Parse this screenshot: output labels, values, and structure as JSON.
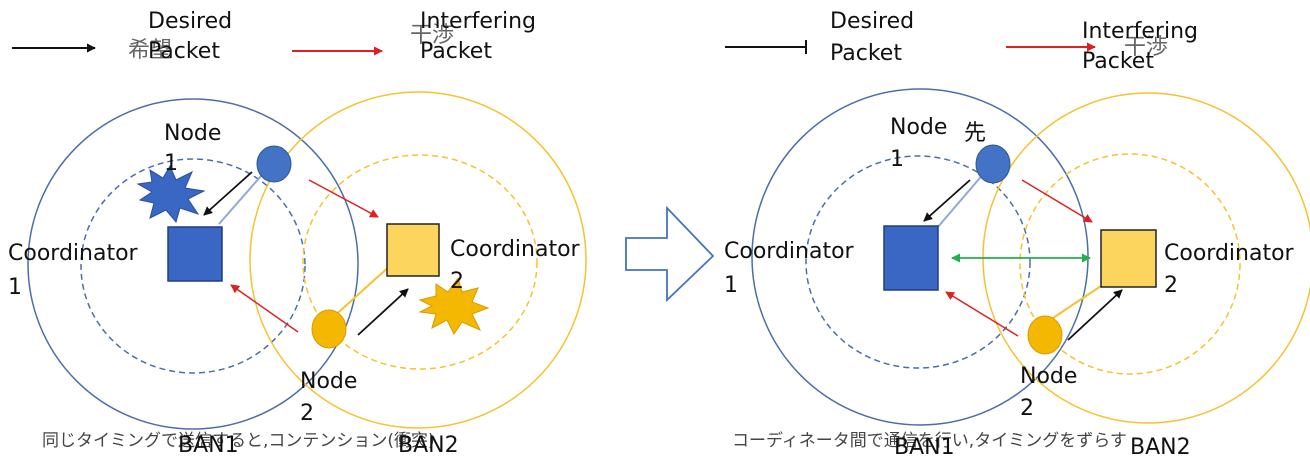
{
  "colors": {
    "ban1": "#4a6ea8",
    "ban2": "#f5c230",
    "coordinator1_fill": "#3a67c4",
    "coordinator2_fill": "#fcd55e",
    "node1_fill": "#4472c4",
    "node2_fill": "#f5b800",
    "burst_blue": "#3a67c4",
    "burst_yellow": "#f5b800",
    "desired_arrow": "#111111",
    "interfering_arrow": "#e02020",
    "coordination_arrow": "#22b04a",
    "transition_arrow": "#4472c4"
  },
  "legend": {
    "desired": "Desired\nPacket",
    "desired_jp": "希望",
    "interfering": "Interfering\nPacket",
    "interfering_jp": "干渉"
  },
  "left_panel": {
    "node1": "Node\n1",
    "node2": "Node\n2",
    "coordinator1": "Coordinator\n1",
    "coordinator2": "Coordinator\n2",
    "ban1": "BAN1",
    "ban2": "BAN2",
    "caption": "同じタイミングで送信すると,コンテンション(衝突)"
  },
  "right_panel": {
    "node1": "Node\n1",
    "node1_jp": "先",
    "node2": "Node\n2",
    "coordinator1": "Coordinator\n1",
    "coordinator2": "Coordinator\n2",
    "ban1": "BAN1",
    "ban2": "BAN2",
    "caption": "コーディネータ間で通信を行い,タイミングをずらす"
  },
  "icons": {
    "transition": "right-arrow-outline-icon",
    "collision": "explosion-burst-icon"
  }
}
